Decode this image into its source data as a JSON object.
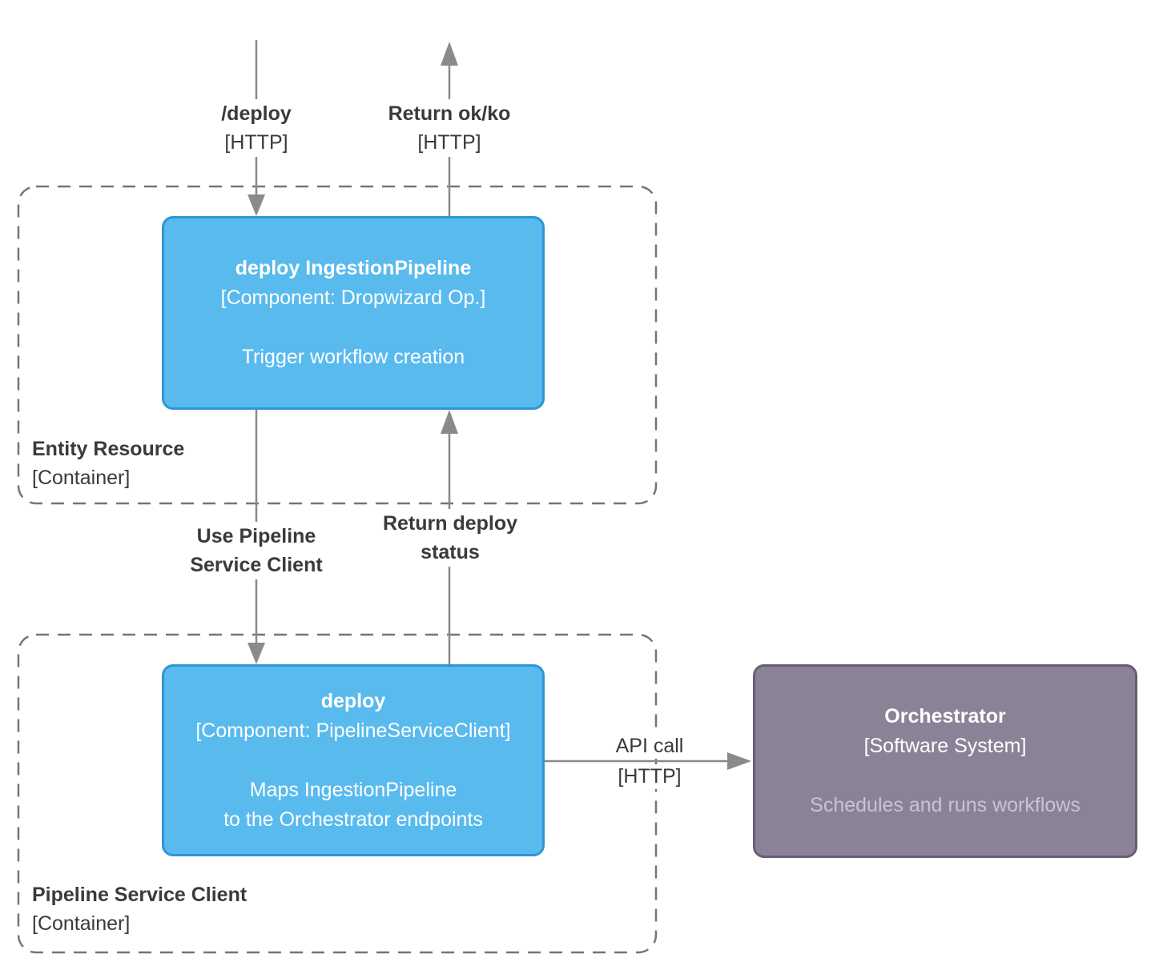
{
  "diagram": {
    "containers": {
      "entity_resource": {
        "name": "Entity Resource",
        "type": "[Container]"
      },
      "pipeline_service_client": {
        "name": "Pipeline Service Client",
        "type": "[Container]"
      }
    },
    "nodes": {
      "deploy_ingestion_pipeline": {
        "title": "deploy IngestionPipeline",
        "subtitle": "[Component: Dropwizard Op.]",
        "description": "Trigger workflow creation"
      },
      "deploy_pipeline_service_client": {
        "title": "deploy",
        "subtitle": "[Component: PipelineServiceClient]",
        "description_line1": "Maps IngestionPipeline",
        "description_line2": "to the Orchestrator endpoints"
      },
      "orchestrator": {
        "title": "Orchestrator",
        "subtitle": "[Software System]",
        "description": "Schedules and runs workflows"
      }
    },
    "edges": {
      "deploy_http": {
        "label": "/deploy",
        "tech": "[HTTP]"
      },
      "return_ok_ko": {
        "label": "Return ok/ko",
        "tech": "[HTTP]"
      },
      "use_pipeline_service_client": {
        "line1": "Use Pipeline",
        "line2": "Service Client"
      },
      "return_deploy_status": {
        "line1": "Return deploy",
        "line2": "status"
      },
      "api_call": {
        "label": "API call",
        "tech": "[HTTP]"
      }
    },
    "colors": {
      "component_fill": "#59BAEE",
      "component_border": "#2E96D5",
      "external_system_fill": "#8B8298",
      "external_system_border": "#675F73",
      "arrow_gray": "#8A8A8A",
      "boundary_dash_gray": "#757575",
      "edge_label_text": "#3A3A3A",
      "muted_description_text": "#C8C5CE"
    }
  }
}
